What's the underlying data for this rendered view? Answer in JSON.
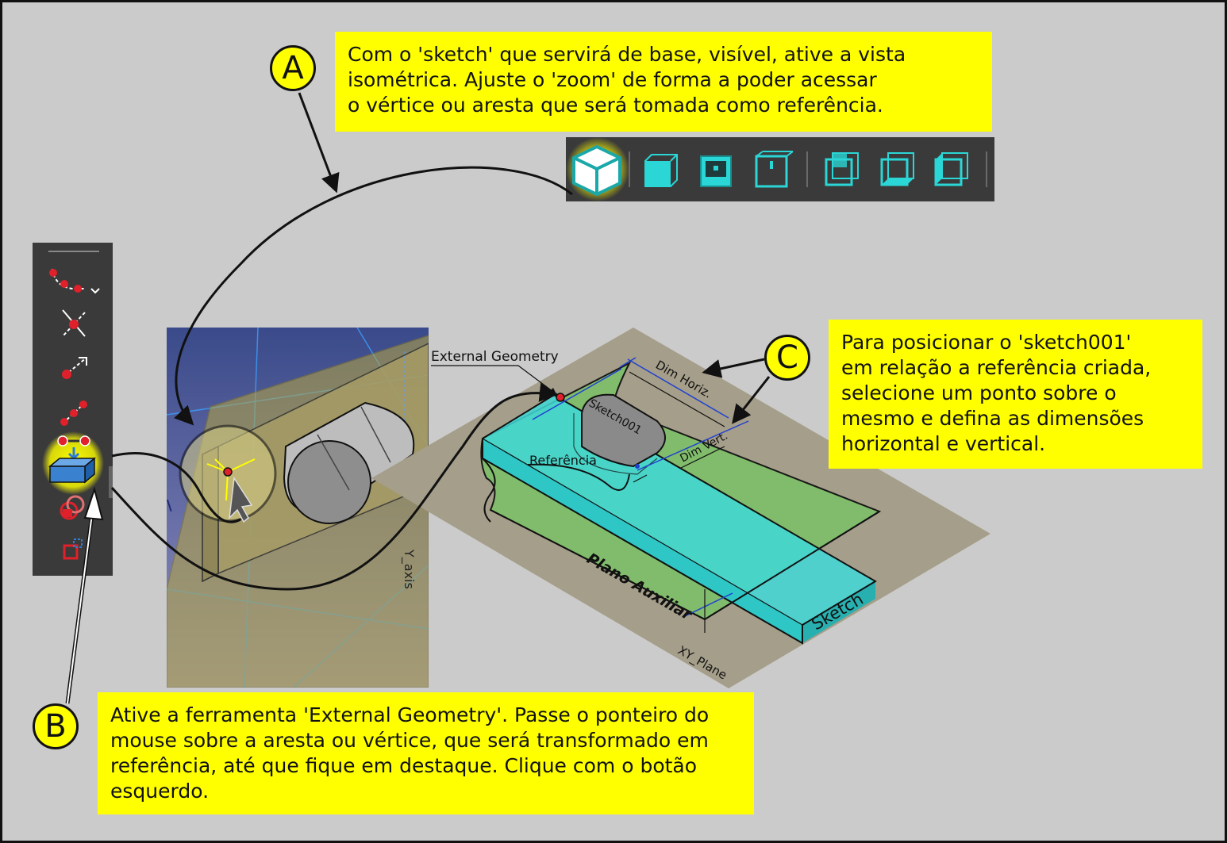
{
  "notes": {
    "a": {
      "badge": "A",
      "lines": [
        "Com o 'sketch' que servirá de base, visível, ative a vista",
        "isométrica. Ajuste o 'zoom' de forma a poder acessar",
        "o vértice ou aresta que será tomada como referência."
      ]
    },
    "b": {
      "badge": "B",
      "lines": [
        "Ative a ferramenta 'External Geometry'. Passe o ponteiro do",
        "mouse sobre a aresta ou vértice, que será transformado em",
        "referência, até que fique em destaque. Clique com o botão",
        "esquerdo."
      ]
    },
    "c": {
      "badge": "C",
      "lines": [
        "Para posicionar o 'sketch001'",
        "em relação a referência criada,",
        "selecione um ponto sobre o",
        "mesmo e defina as dimensões",
        "horizontal e vertical."
      ]
    }
  },
  "viewport": {
    "axis_label": "Y_axis"
  },
  "diagram": {
    "external_geometry": "External Geometry",
    "sketch001": "Sketch001",
    "referencia": "Referência",
    "dim_horiz": "Dim Horiz.",
    "dim_vert": "Dim Vert.",
    "plano_auxiliar": "Plano Auxiliar",
    "sketch": "Sketch",
    "xy_plane": "XY_Plane"
  },
  "colors": {
    "highlight": "#ffff00",
    "toolbar_bg": "#3a3a3a",
    "view_cube": "#2ad6d6",
    "aux_plane": "#7fbe6a",
    "sketch_block": "#3cdcdc",
    "ground_plane": "#a59e8a",
    "reference_point": "#e0202a"
  },
  "icons": {
    "view_toolbar": [
      "isometric-view-icon",
      "front-view-icon",
      "top-view-icon",
      "right-view-icon",
      "rear-view-icon",
      "bottom-view-icon",
      "left-view-icon"
    ],
    "sketch_toolbar": [
      "fillet-icon",
      "trim-icon",
      "extend-icon",
      "split-icon",
      "external-geometry-icon",
      "carbon-copy-icon",
      "construction-mode-icon"
    ]
  }
}
